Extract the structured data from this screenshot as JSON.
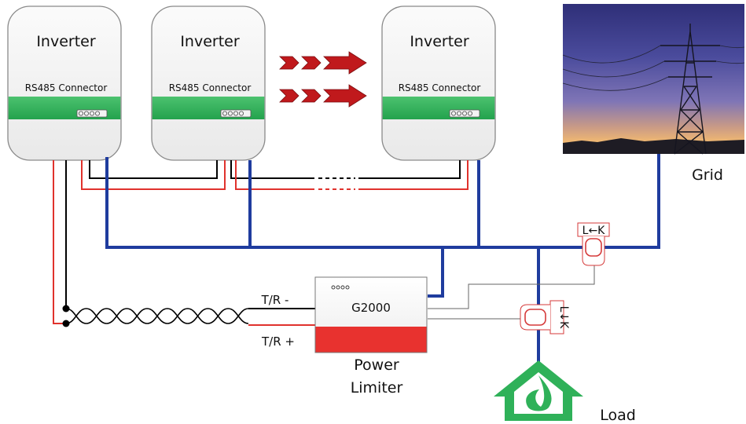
{
  "inverters": [
    {
      "title": "Inverter",
      "connector": "RS485 Connector"
    },
    {
      "title": "Inverter",
      "connector": "RS485 Connector"
    },
    {
      "title": "Inverter",
      "connector": "RS485 Connector"
    }
  ],
  "grid": {
    "label": "Grid"
  },
  "meter": {
    "model": "G2000",
    "label_line1": "Power",
    "label_line2": "Limiter"
  },
  "bus": {
    "minus": "T/R -",
    "plus": "T/R +"
  },
  "ct_clamps": [
    {
      "label": "L←K"
    },
    {
      "label": "L↓K"
    }
  ],
  "load": {
    "label": "Load"
  },
  "colors": {
    "ac_line": "#1f3c9e",
    "rs485_plus": "#e0322d",
    "rs485_minus": "#000000",
    "connector_band": "#2fb159",
    "arrows": "#c0191c",
    "meter_base": "#e8322f",
    "load_house": "#2fb159"
  }
}
